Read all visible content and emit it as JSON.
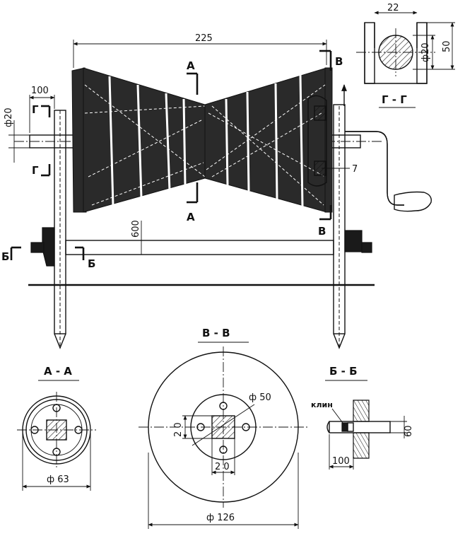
{
  "dimensions": {
    "overall_length": "225",
    "shaft_end": "100",
    "shaft_diameter": "ф20",
    "base_bar": "600",
    "key_width": "22",
    "key_bore": "ф20",
    "key_height": "50",
    "section_a_diameter": "ф 63",
    "section_b_hole_spacing_v": "2 0",
    "section_b_hole_spacing_h": "2 0",
    "section_b_bolt_circle": "ф 50",
    "section_b_diameter": "ф 126",
    "wedge_length": "100",
    "wedge_height": "60",
    "part_number": "7"
  },
  "labels": {
    "section_a": "А",
    "section_b": "В",
    "section_g": "Г",
    "section_bb": "Б",
    "wedge": "клин"
  },
  "section_titles": {
    "aa": "А - А",
    "vv": "В - В",
    "bb": "Б - Б",
    "gg": "Г - Г"
  }
}
